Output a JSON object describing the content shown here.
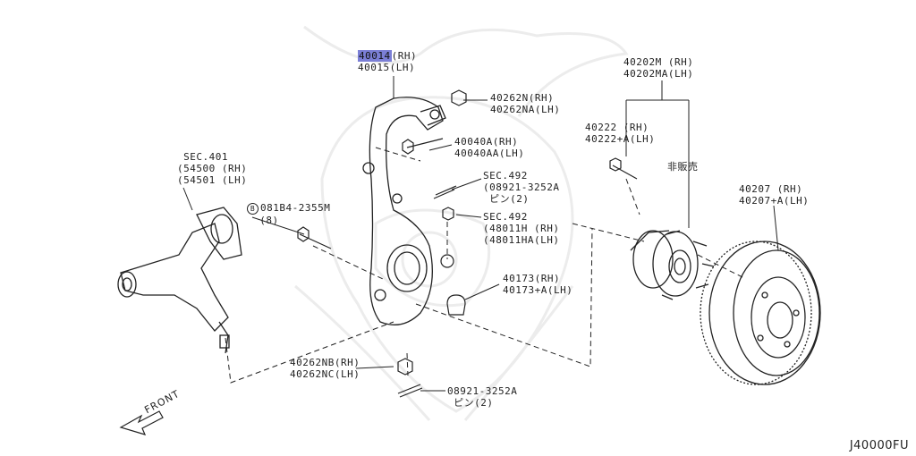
{
  "diagram_code": "J40000FU",
  "front_label": "FRONT",
  "labels": {
    "knuckle_rh": "40014",
    "knuckle_rh_side": "(RH)",
    "knuckle_lh": "40015(LH)",
    "nut_n_rh": "40262N(RH)",
    "nut_n_lh": "40262NA(LH)",
    "bolt_rh": "40040A(RH)",
    "bolt_lh": "40040AA(LH)",
    "sec492_a": "SEC.492",
    "pin_a_part": "(08921-3252A",
    "pin_a_name": "ピン(2)",
    "sec492_b": "SEC.492",
    "sensor_rh": "(48011H  (RH)",
    "sensor_lh": "(48011HA(LH)",
    "sec401": "SEC.401",
    "arm_rh": "(54500 (RH)",
    "arm_lh": "(54501 (LH)",
    "bolt081_mark": "B",
    "bolt081_part": "081B4-2355M",
    "bolt081_qty": "(8)",
    "shield_rh": "40173(RH)",
    "shield_lh": "40173+A(LH)",
    "nut_nb_rh": "40262NB(RH)",
    "nut_nb_lh": "40262NC(LH)",
    "pin_b_part": "08921-3252A",
    "pin_b_name": "ピン(2)",
    "hub_rh": "40202M  (RH)",
    "hub_lh": "40202MA(LH)",
    "hubbolt_rh": "40222   (RH)",
    "hubbolt_lh": "40222+A(LH)",
    "not_for_sale": "非販売",
    "rotor_rh": "40207   (RH)",
    "rotor_lh": "40207+A(LH)"
  },
  "colors": {
    "line": "#222222",
    "highlight": "#7b7fd6",
    "watermark": "#ececec"
  }
}
